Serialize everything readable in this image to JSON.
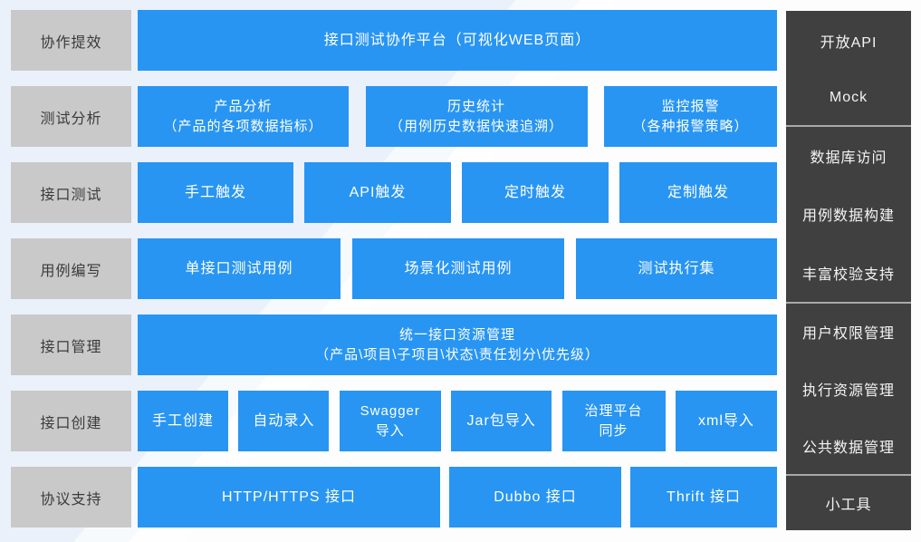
{
  "palette": {
    "box_blue": "#2895f3",
    "label_gray": "#c9c9c9",
    "label_text": "#3b3b3b",
    "sidebar_dark": "#404040",
    "sidebar_text": "#f4f4f4",
    "background_tint": "#ebf1fa"
  },
  "rows": [
    {
      "label": "协作提效",
      "boxes": [
        {
          "line1": "接口测试协作平台（可视化WEB页面）"
        }
      ]
    },
    {
      "label": "测试分析",
      "boxes": [
        {
          "line1": "产品分析",
          "line2": "（产品的各项数据指标）"
        },
        {
          "line1": "历史统计",
          "line2": "（用例历史数据快速追溯）"
        },
        {
          "line1": "监控报警",
          "line2": "（各种报警策略）"
        }
      ]
    },
    {
      "label": "接口测试",
      "boxes": [
        {
          "line1": "手工触发"
        },
        {
          "line1": "API触发"
        },
        {
          "line1": "定时触发"
        },
        {
          "line1": "定制触发"
        }
      ]
    },
    {
      "label": "用例编写",
      "boxes": [
        {
          "line1": "单接口测试用例"
        },
        {
          "line1": "场景化测试用例"
        },
        {
          "line1": "测试执行集"
        }
      ]
    },
    {
      "label": "接口管理",
      "boxes": [
        {
          "line1": "统一接口资源管理",
          "line2": "（产品\\项目\\子项目\\状态\\责任划分\\优先级）"
        }
      ]
    },
    {
      "label": "接口创建",
      "boxes": [
        {
          "line1": "手工创建"
        },
        {
          "line1": "自动录入"
        },
        {
          "line1": "Swagger",
          "line2": "导入"
        },
        {
          "line1": "Jar包导入"
        },
        {
          "line1": "治理平台",
          "line2": "同步"
        },
        {
          "line1": "xml导入"
        }
      ]
    },
    {
      "label": "协议支持",
      "boxes": [
        {
          "line1": "HTTP/HTTPS 接口"
        },
        {
          "line1": "Dubbo 接口"
        },
        {
          "line1": "Thrift 接口"
        }
      ]
    }
  ],
  "sidebar": {
    "sections": [
      {
        "items": [
          "开放API",
          "Mock"
        ]
      },
      {
        "items": [
          "数据库访问",
          "用例数据构建",
          "丰富校验支持"
        ]
      },
      {
        "items": [
          "用户权限管理",
          "执行资源管理",
          "公共数据管理"
        ]
      },
      {
        "items": [
          "小工具"
        ]
      }
    ]
  }
}
